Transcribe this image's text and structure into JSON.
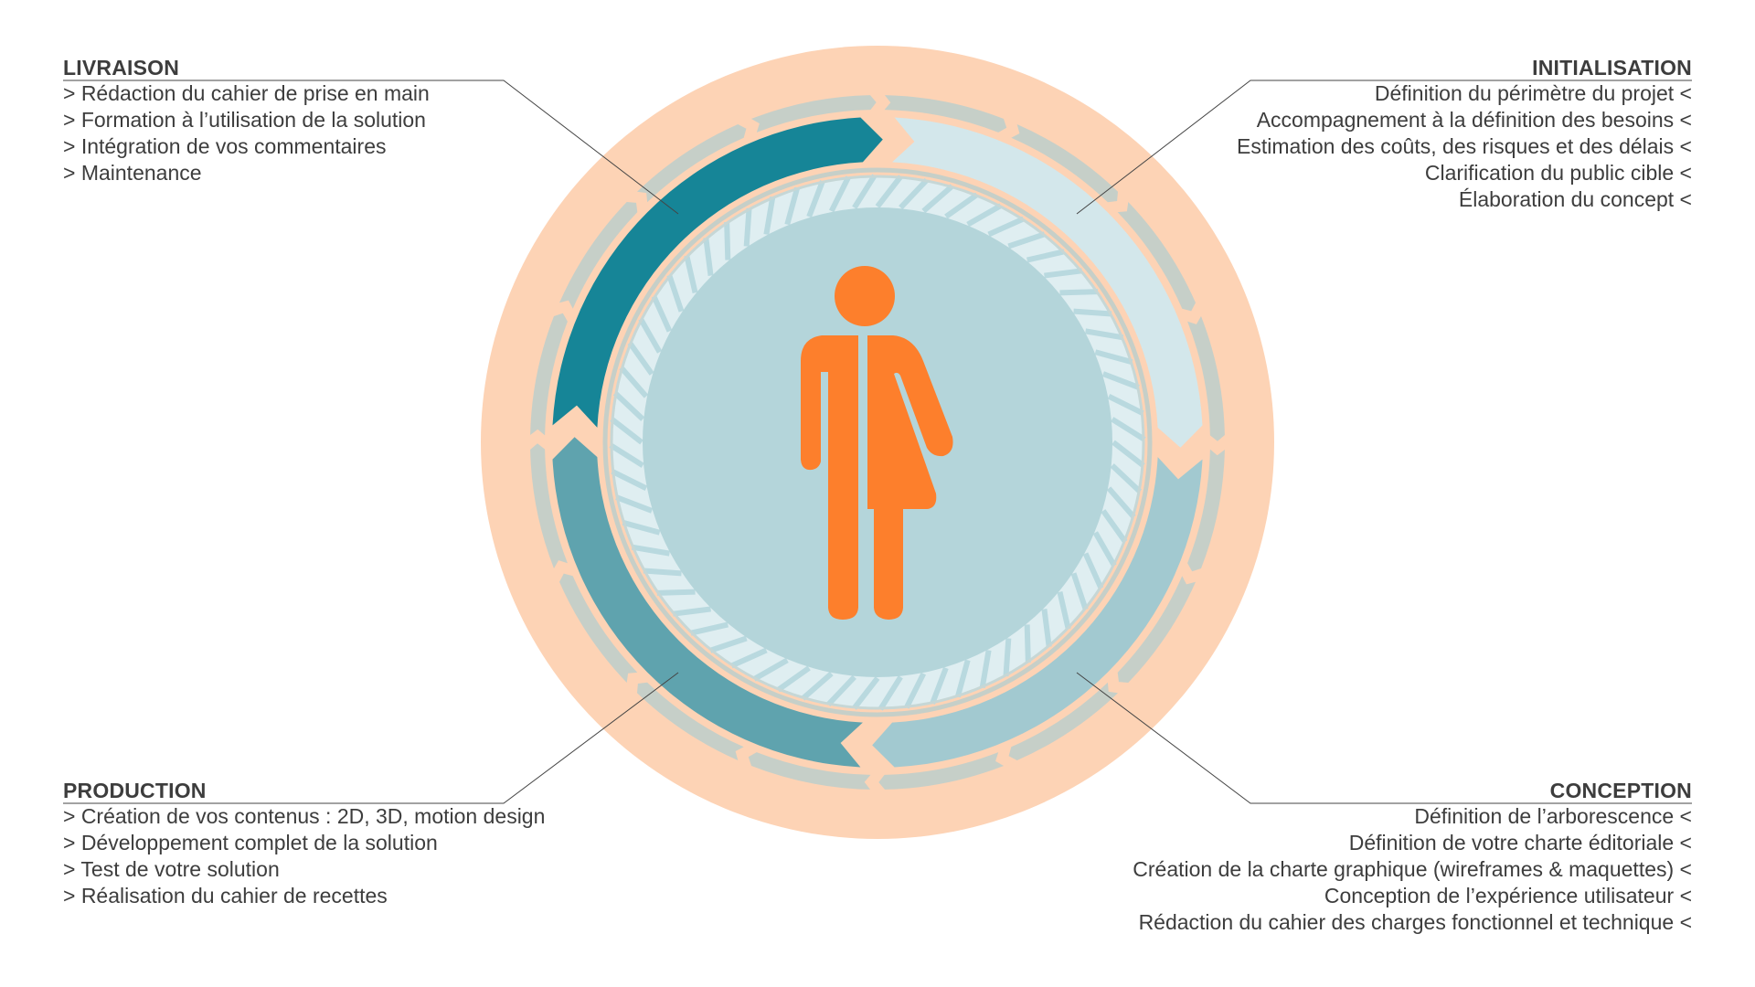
{
  "phases": {
    "livraison": {
      "title": "LIVRAISON",
      "items": [
        "> Rédaction du cahier de prise en main",
        "> Formation à l’utilisation de la solution",
        "> Intégration de vos commentaires",
        "> Maintenance"
      ]
    },
    "initialisation": {
      "title": "INITIALISATION",
      "items": [
        "Définition du périmètre du projet <",
        "Accompagnement à la définition des besoins <",
        "Estimation des coûts, des risques et des délais <",
        "Clarification du public cible <",
        "Élaboration du concept <"
      ]
    },
    "production": {
      "title": "PRODUCTION",
      "items": [
        "> Création de vos contenus : 2D, 3D, motion design",
        "> Développement complet de la solution",
        "> Test de votre solution",
        "> Réalisation du cahier de recettes"
      ]
    },
    "conception": {
      "title": "CONCEPTION",
      "items": [
        "Définition de l’arborescence <",
        "Définition de votre charte éditoriale <",
        "Création de la charte graphique (wireframes & maquettes) <",
        "Conception de l’expérience utilisateur <",
        "Rédaction du cahier des charges fonctionnel et technique <"
      ]
    }
  },
  "center_icon": "person-icon",
  "colors": {
    "outer": "#fdd3b5",
    "grey_ring": "#c6cfc8",
    "livraison": "#168597",
    "initialisation": "#d3e7eb",
    "conception": "#a2c9d0",
    "production": "#5fa3ae",
    "hatch_bg": "#dfeef1",
    "hatch": "#b9d9df",
    "disc": "#b4d5da",
    "figure": "#fd7f2c",
    "text": "#3d3d3d"
  }
}
